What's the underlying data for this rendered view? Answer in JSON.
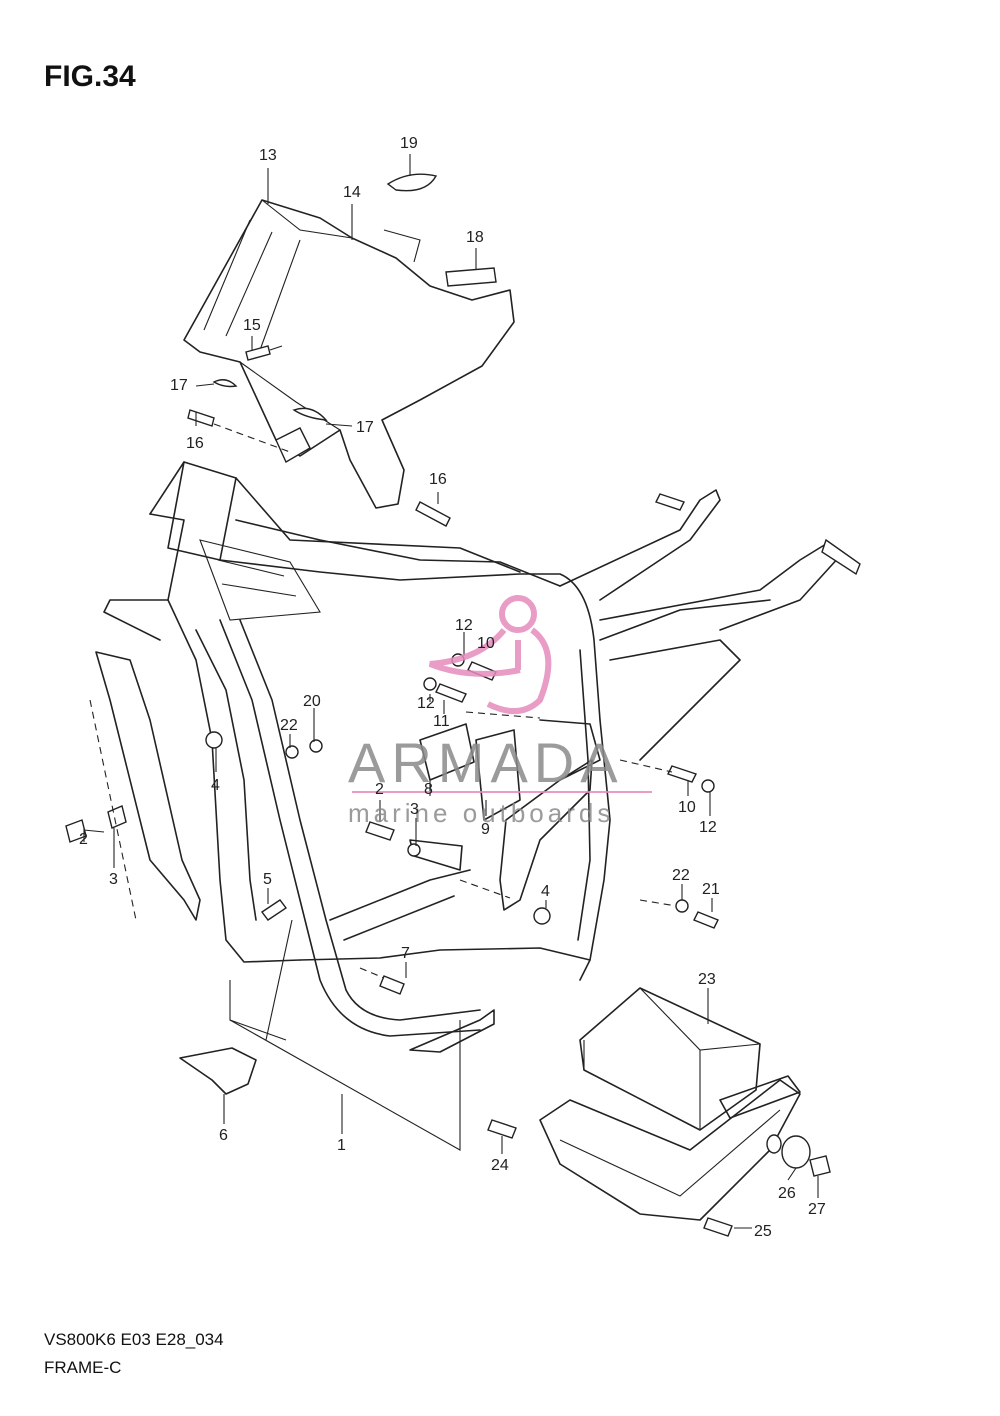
{
  "figure": {
    "title": "FIG.34",
    "code": "VS800K6 E03 E28_034",
    "name": "FRAME-C"
  },
  "watermark": {
    "brand": "ARMADA",
    "tagline": "marine outboards",
    "logo_color": "#e58bbd",
    "text_color": "#8a8a8a"
  },
  "callouts": {
    "c1": "1",
    "c2a": "2",
    "c2b": "2",
    "c3a": "3",
    "c3b": "3",
    "c4a": "4",
    "c4b": "4",
    "c5": "5",
    "c6": "6",
    "c7": "7",
    "c8": "8",
    "c9": "9",
    "c10a": "10",
    "c10b": "10",
    "c11": "11",
    "c12a": "12",
    "c12b": "12",
    "c12c": "12",
    "c13": "13",
    "c14": "14",
    "c15": "15",
    "c16a": "16",
    "c16b": "16",
    "c17a": "17",
    "c17b": "17",
    "c18": "18",
    "c19": "19",
    "c20": "20",
    "c21": "21",
    "c22a": "22",
    "c22b": "22",
    "c23": "23",
    "c24": "24",
    "c25": "25",
    "c26": "26",
    "c27": "27"
  }
}
